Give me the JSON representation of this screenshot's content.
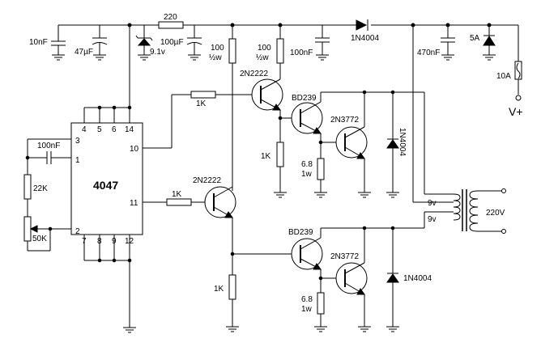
{
  "chip": {
    "name": "4047",
    "pins": [
      "4",
      "5",
      "6",
      "14",
      "3",
      "1",
      "10",
      "11",
      "2",
      "7",
      "8",
      "9",
      "12"
    ]
  },
  "components": {
    "r220": "220",
    "c10n_left": "10nF",
    "c47u": "47µF",
    "zener": "9.1v",
    "c100u": "100µF",
    "r100a_v": "100",
    "r100a_w": "½w",
    "r100b_v": "100",
    "r100b_w": "½w",
    "c100n_top": "100nF",
    "d1n4004_top": "1N4004",
    "c470n": "470nF",
    "d5a": "5A",
    "fuse": "10A",
    "vplus": "V+",
    "c100n_timing": "100nF",
    "r22k": "22K",
    "pot50k": "50K",
    "q1": "2N2222",
    "r1k_q1": "1K",
    "q2": "2N2222",
    "r1k_q2": "1K",
    "bd239_top": "BD239",
    "bd239_bot": "BD239",
    "n3772_top": "2N3772",
    "n3772_bot": "2N3772",
    "r1k_top": "1K",
    "r1k_bot": "1K",
    "r68_top_v": "6.8",
    "r68_top_w": "1w",
    "r68_bot_v": "6.8",
    "r68_bot_w": "1w",
    "d1n4004_mid": "1N4004",
    "d1n4004_bot": "1N4004",
    "t9v_a": "9v",
    "t9v_b": "9v",
    "t220": "220V"
  }
}
